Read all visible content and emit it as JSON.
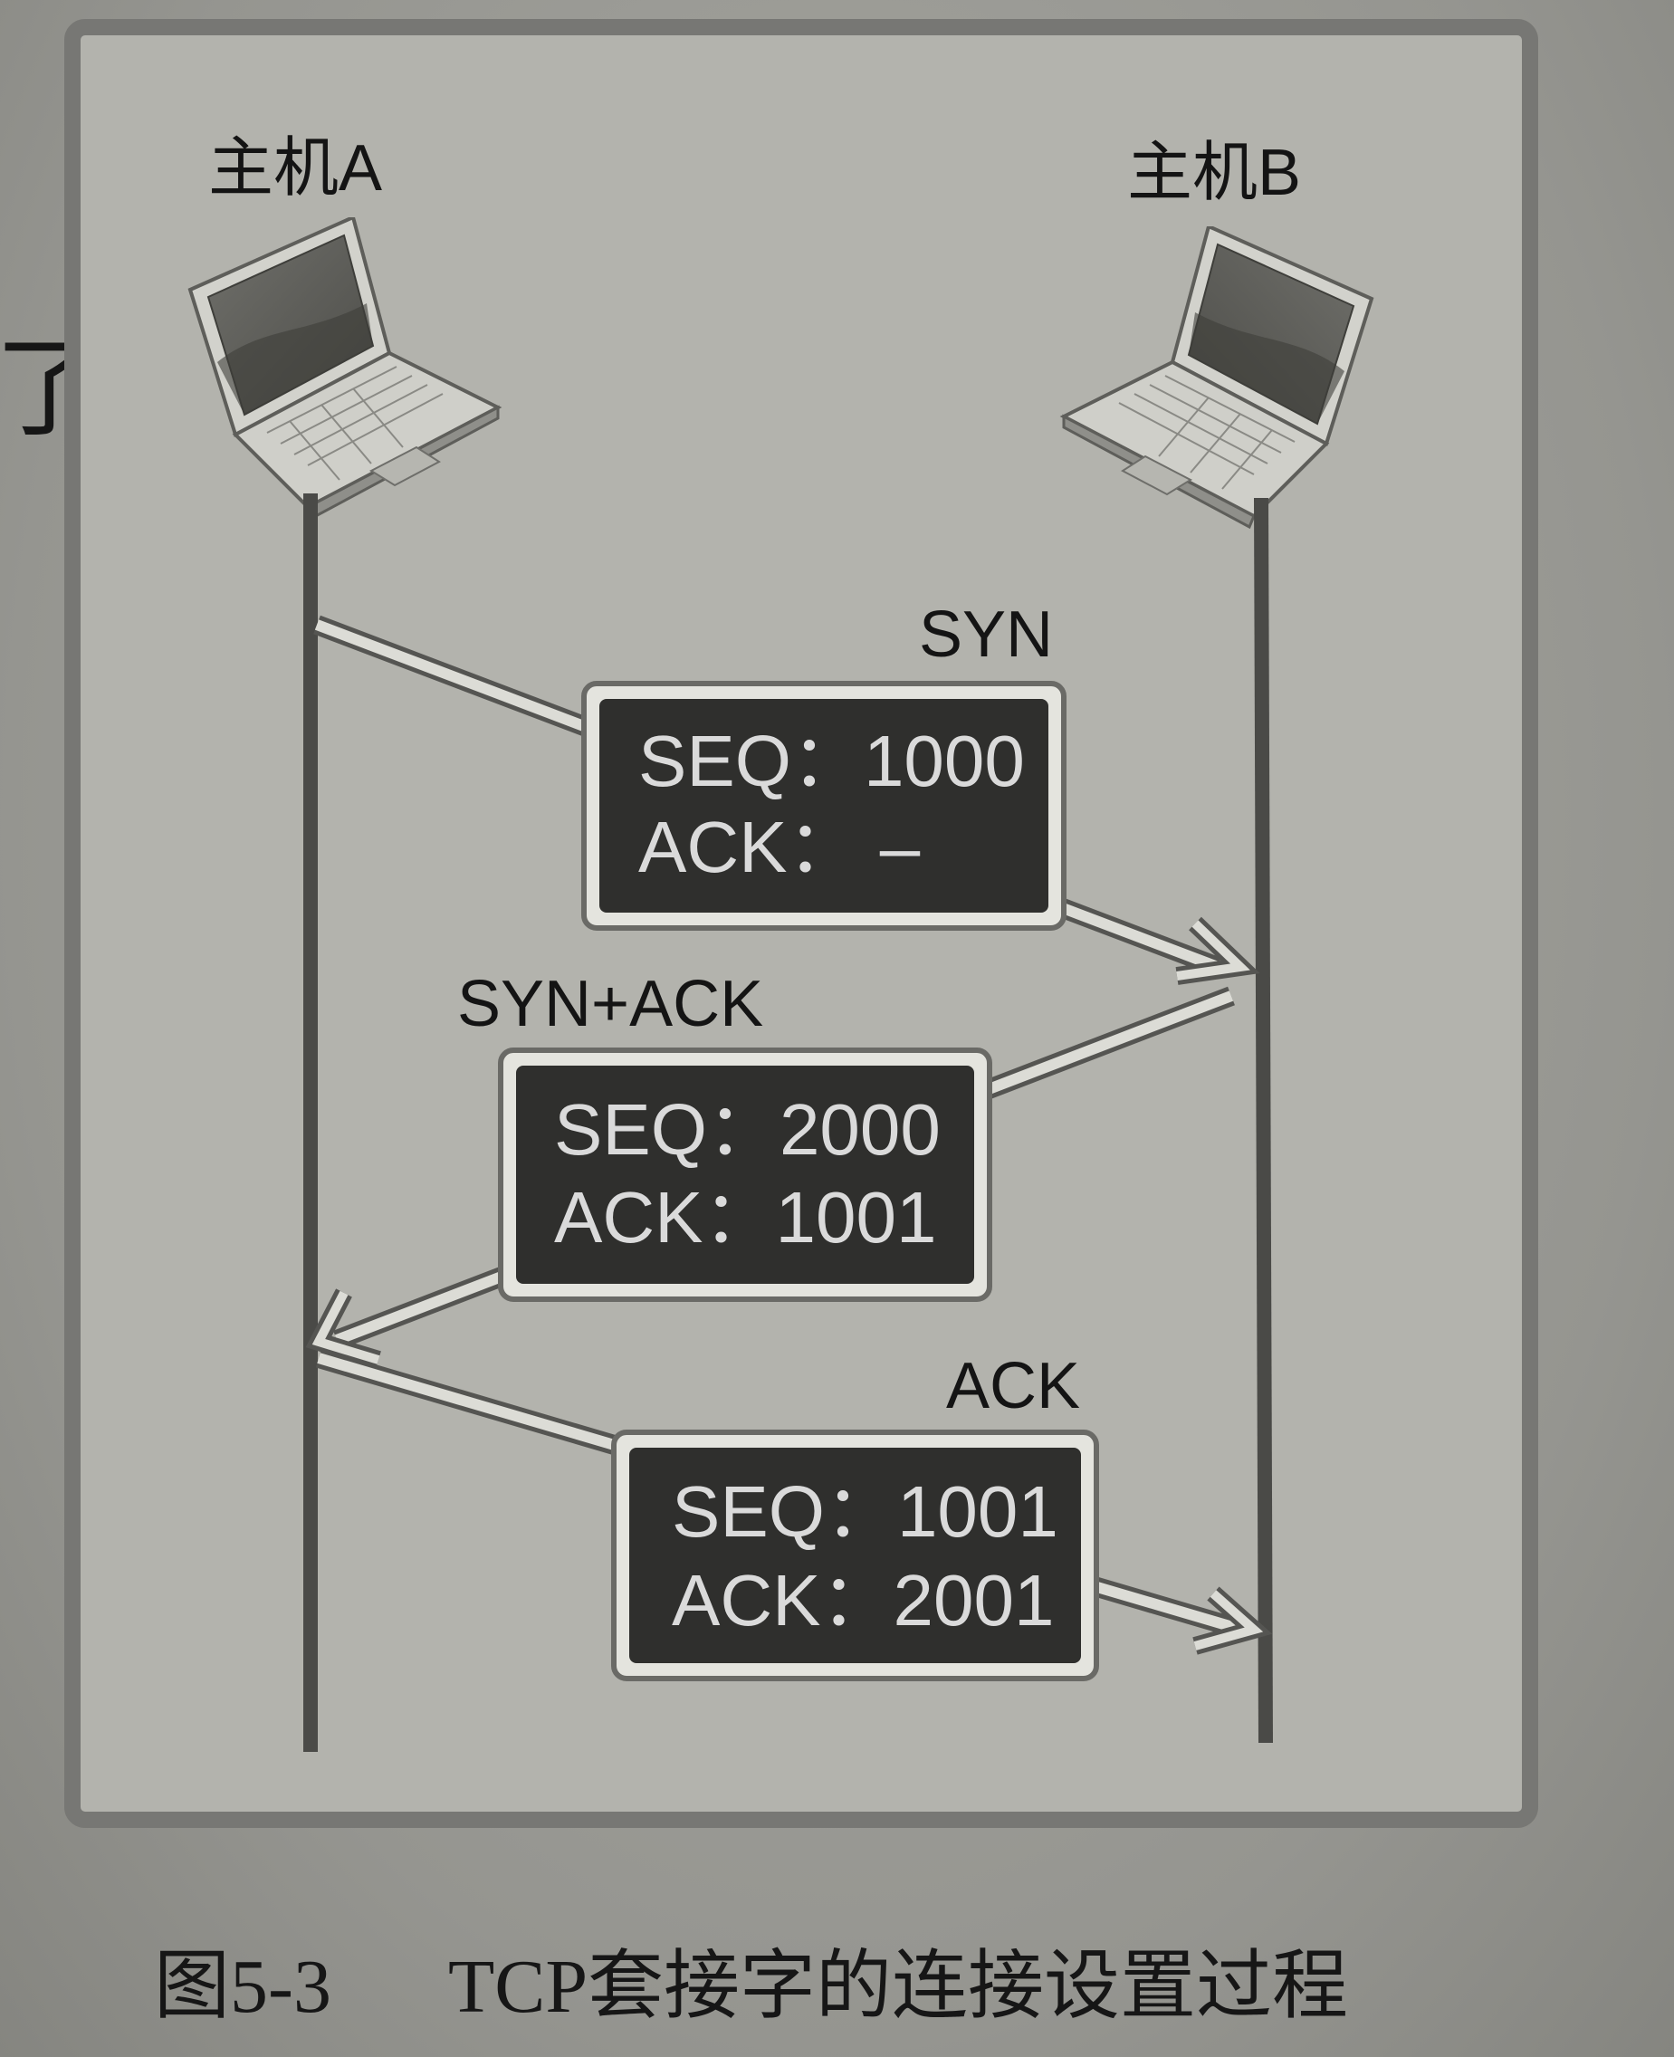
{
  "hosts": {
    "a_label": "主机A",
    "b_label": "主机B"
  },
  "messages": [
    {
      "name": "SYN",
      "seq_line": "SEQ：1000",
      "ack_line": "ACK：  –"
    },
    {
      "name": "SYN+ACK",
      "seq_line": "SEQ：2000",
      "ack_line": "ACK：1001"
    },
    {
      "name": "ACK",
      "seq_line": "SEQ：1001",
      "ack_line": "ACK：2001"
    }
  ],
  "caption": {
    "figure_number": "图5-3",
    "title": "TCP套接字的连接设置过程"
  },
  "margin_note": "了,",
  "colors": {
    "panel": "#b3b3ad",
    "panel_border": "#777774",
    "box_fill": "#2f2f2d",
    "box_text": "#dadada",
    "lifeline": "#4a4a47"
  }
}
